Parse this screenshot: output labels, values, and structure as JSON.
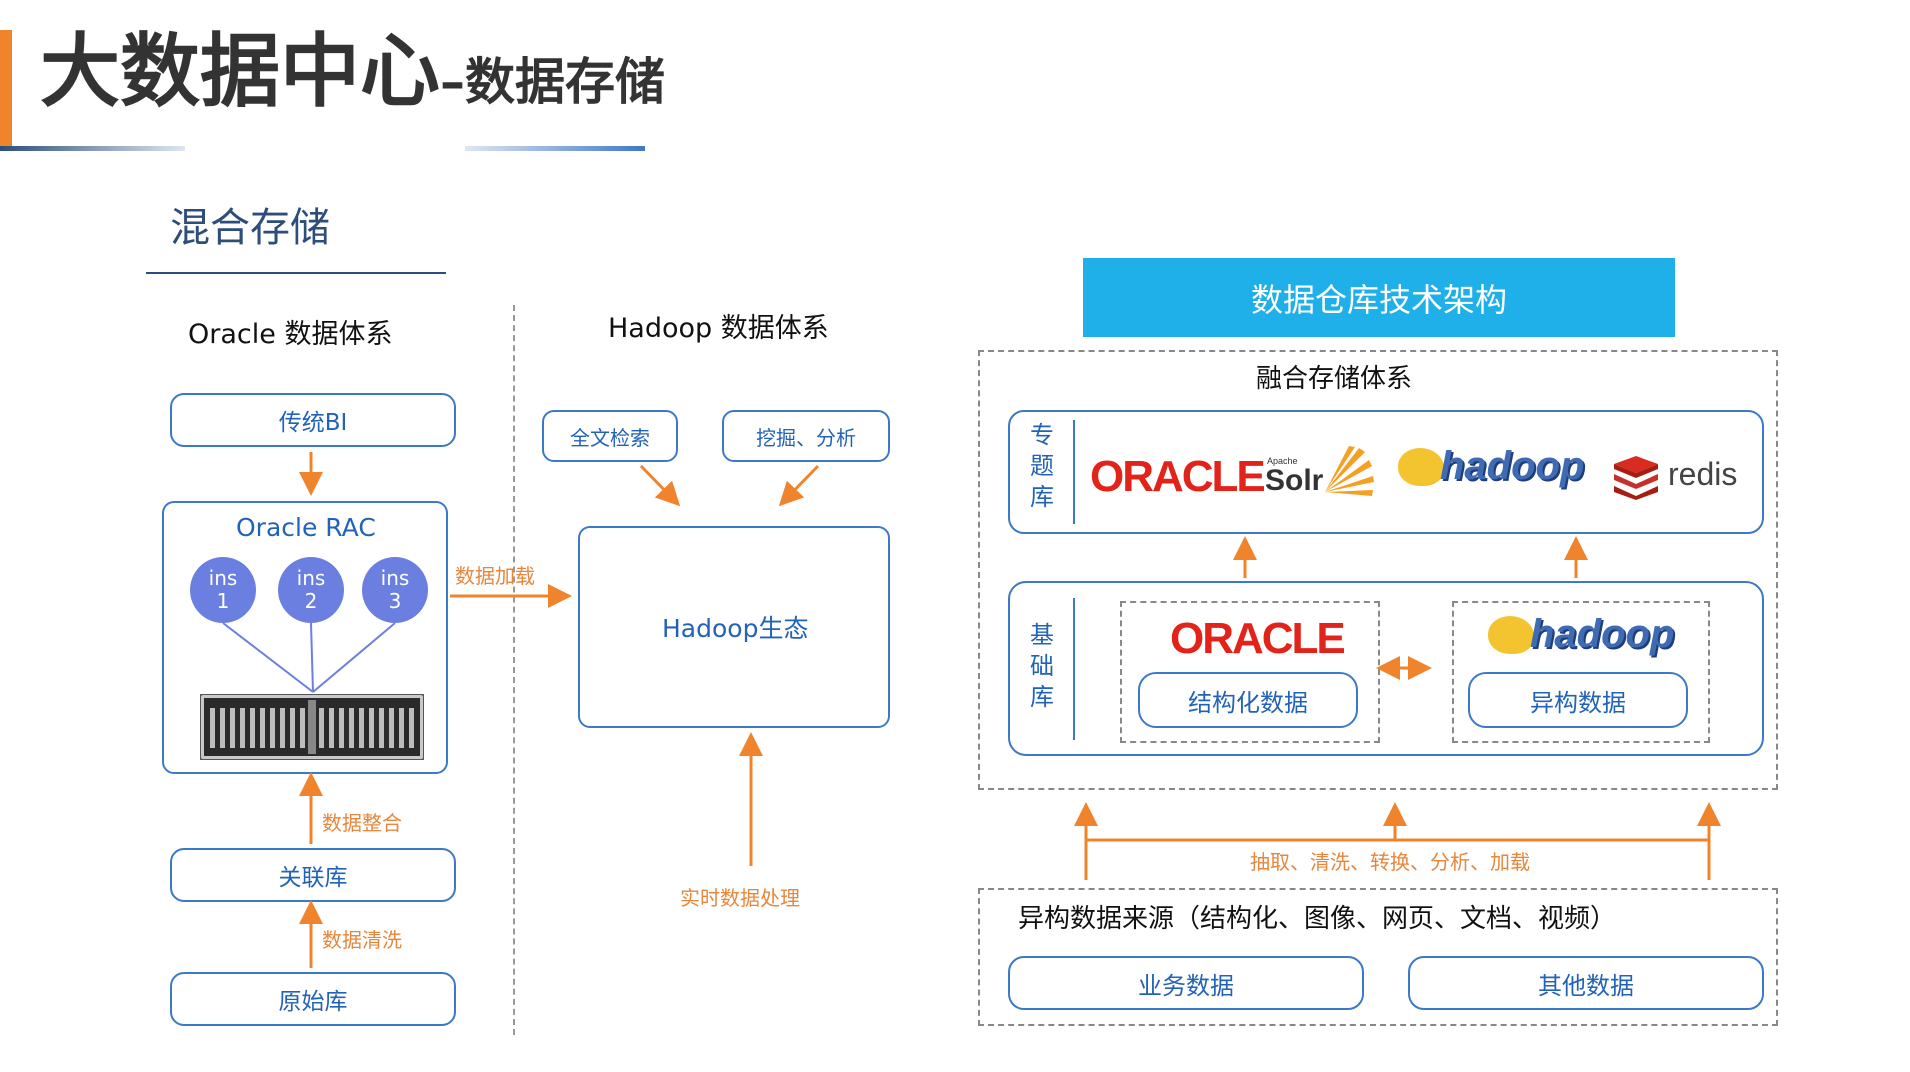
{
  "page": {
    "title_main": "大数据中心",
    "title_sub": "–数据存储",
    "section_title": "混合存储"
  },
  "oracle_system": {
    "label": "Oracle 数据体系",
    "bi": "传统BI",
    "rac": "Oracle RAC",
    "instances": [
      {
        "l1": "ins",
        "l2": "1"
      },
      {
        "l1": "ins",
        "l2": "2"
      },
      {
        "l1": "ins",
        "l2": "3"
      }
    ],
    "integrate": "数据整合",
    "assoc_db": "关联库",
    "clean": "数据清洗",
    "raw_db": "原始库",
    "load": "数据加载"
  },
  "hadoop_system": {
    "label": "Hadoop 数据体系",
    "search": "全文检索",
    "mining": "挖掘、分析",
    "eco": "Hadoop生态",
    "realtime": "实时数据处理"
  },
  "dw": {
    "header": "数据仓库技术架构",
    "fusion": "融合存储体系",
    "topic_label": "专题库",
    "base_label": "基础库",
    "logos": {
      "oracle": "ORACLE",
      "solr_small": "Apache",
      "solr": "Solr",
      "hadoop": "hadoop",
      "redis": "redis"
    },
    "structured": "结构化数据",
    "heterogeneous": "异构数据",
    "process": "抽取、清洗、转换、分析、加载",
    "sources_title": "异构数据来源（结构化、图像、网页、文档、视频）",
    "business": "业务数据",
    "other": "其他数据"
  },
  "colors": {
    "accent_orange": "#F0842C",
    "blue_line": "#3E78C8",
    "header_blue": "#1FB0EA",
    "ins_purple": "#6B7FE0",
    "oracle_red": "#E2231A"
  }
}
